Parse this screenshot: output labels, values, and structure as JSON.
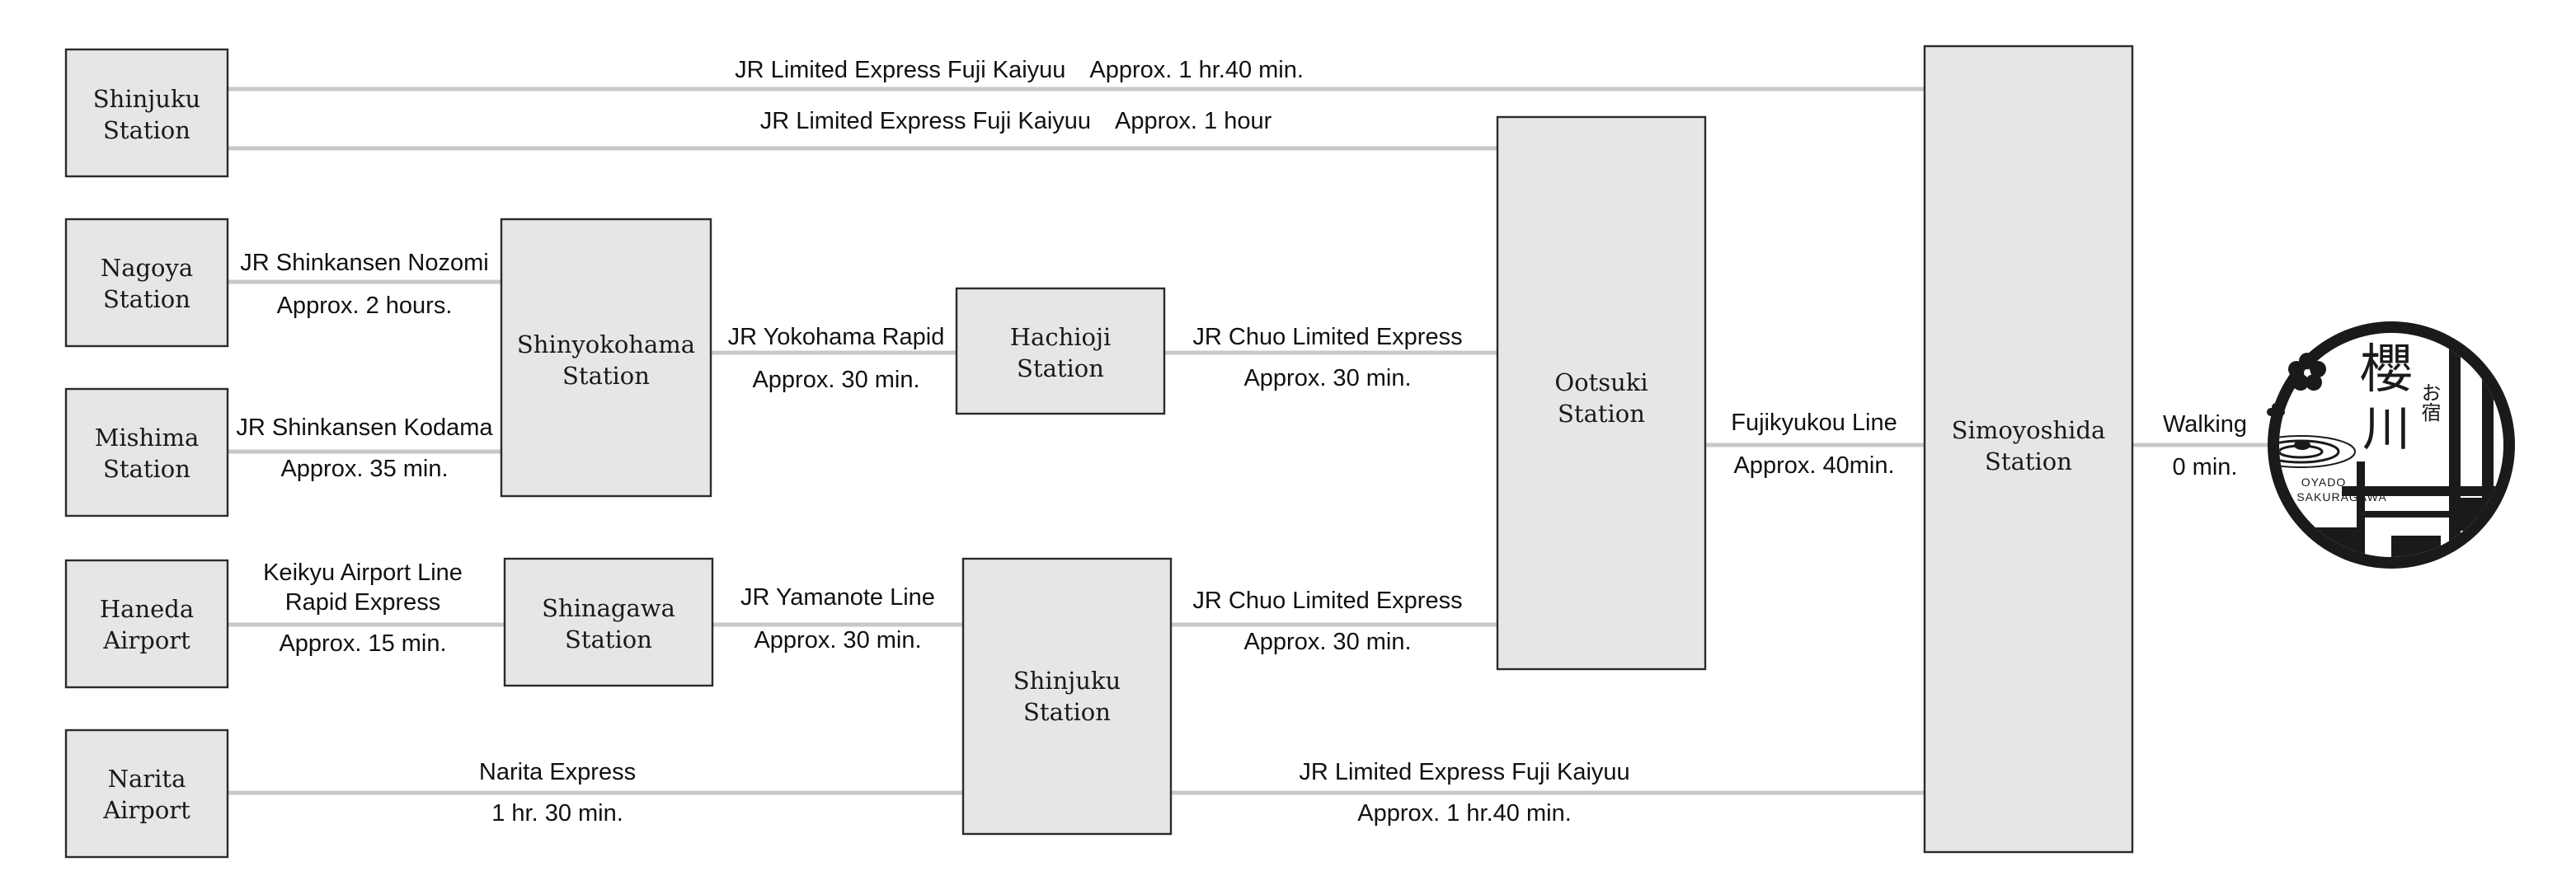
{
  "stations": {
    "shinjuku_origin": [
      "Shinjuku",
      "Station"
    ],
    "nagoya": [
      "Nagoya",
      "Station"
    ],
    "mishima": [
      "Mishima",
      "Station"
    ],
    "haneda": [
      "Haneda",
      "Airport"
    ],
    "narita": [
      "Narita",
      "Airport"
    ],
    "shinyokohama": [
      "Shinyokohama",
      "Station"
    ],
    "shinagawa": [
      "Shinagawa",
      "Station"
    ],
    "hachioji": [
      "Hachioji",
      "Station"
    ],
    "shinjuku_mid": [
      "Shinjuku",
      "Station"
    ],
    "ootsuki": [
      "Ootsuki",
      "Station"
    ],
    "simoyoshida": [
      "Simoyoshida",
      "Station"
    ]
  },
  "routes": {
    "shinjuku_simoyoshida": "JR Limited Express Fuji Kaiyuu　Approx. 1 hr.40 min.",
    "shinjuku_ootsuki": "JR Limited Express Fuji Kaiyuu　Approx. 1 hour",
    "nagoya_shinyokohama": [
      "JR Shinkansen Nozomi",
      "Approx. 2 hours."
    ],
    "mishima_shinyokohama": [
      "JR Shinkansen Kodama",
      "Approx. 35 min."
    ],
    "shinyokohama_hachioji": [
      "JR Yokohama Rapid",
      "Approx. 30 min."
    ],
    "hachioji_ootsuki": [
      "JR Chuo Limited Express",
      "Approx. 30 min."
    ],
    "haneda_shinagawa": [
      "Keikyu Airport Line",
      "Rapid Express",
      "Approx. 15 min."
    ],
    "shinagawa_shinjuku": [
      "JR Yamanote Line",
      "Approx. 30 min."
    ],
    "shinjuku_ootsuki_chuo": [
      "JR Chuo Limited Express",
      "Approx. 30 min."
    ],
    "narita_shinjuku": [
      "Narita Express",
      "1 hr. 30 min."
    ],
    "shinjuku_simoyoshida_bottom": [
      "JR Limited Express Fuji Kaiyuu",
      "Approx. 1 hr.40 min."
    ],
    "ootsuki_simoyoshida": [
      "Fujikyukou Line",
      "Approx. 40min."
    ],
    "simoyoshida_hotel": [
      "Walking",
      "0 min."
    ]
  },
  "logo": {
    "kanji_1": "櫻",
    "kanji_2": "川",
    "kana": "お宿",
    "romaji_1": "OYADO",
    "romaji_2": "SAKURAGAWA"
  },
  "colors": {
    "box_fill": "#e6e6e6",
    "box_stroke": "#2b2b2b",
    "line": "#c8c8c8",
    "text": "#111111"
  }
}
